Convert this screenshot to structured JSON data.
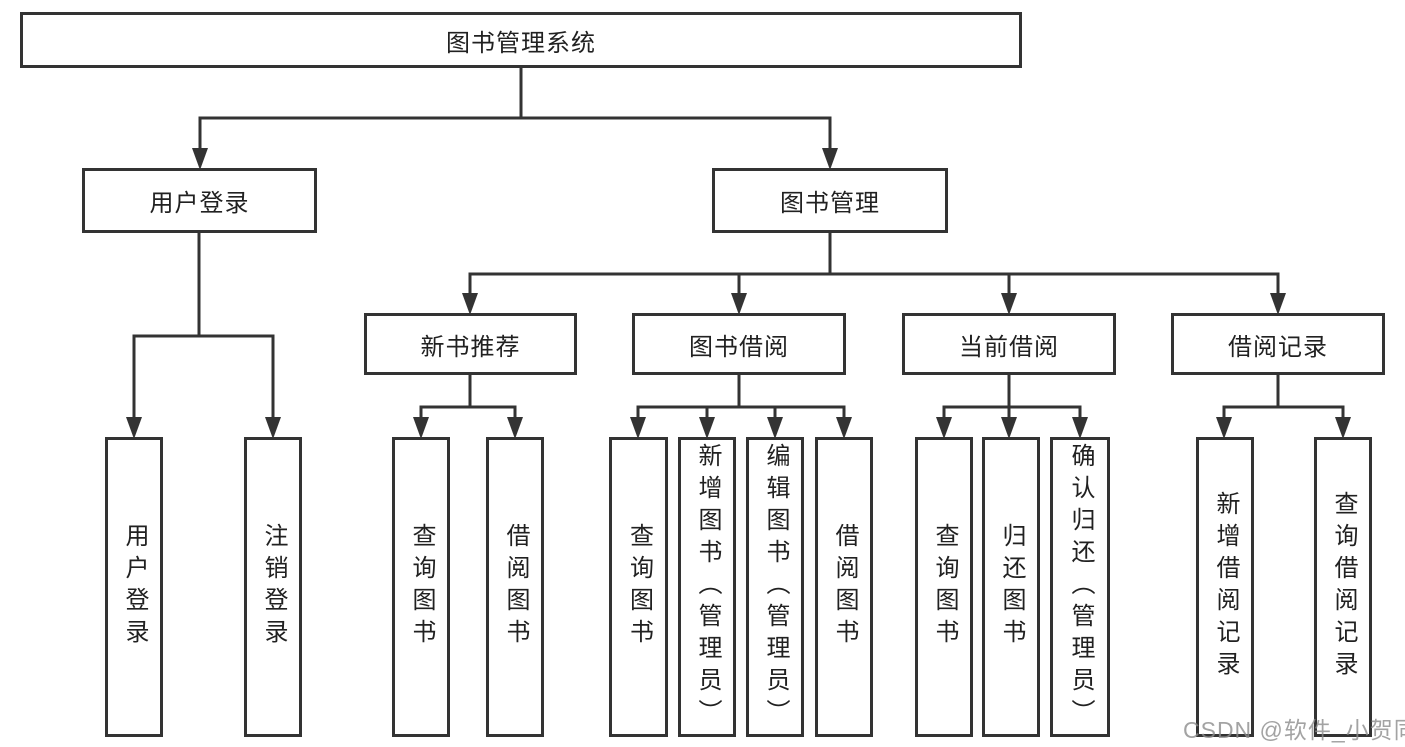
{
  "watermark": "CSDN @软件_小贺同学",
  "colors": {
    "line": "#333333",
    "box_border": "#333333",
    "text": "#212121",
    "watermark": "#8c8c8c",
    "background": "#ffffff"
  },
  "tree": {
    "label": "图书管理系统",
    "children": [
      {
        "label": "用户登录",
        "children": [
          {
            "label": "用户登录"
          },
          {
            "label": "注销登录"
          }
        ]
      },
      {
        "label": "图书管理",
        "children": [
          {
            "label": "新书推荐",
            "children": [
              {
                "label": "查询图书"
              },
              {
                "label": "借阅图书"
              }
            ]
          },
          {
            "label": "图书借阅",
            "children": [
              {
                "label": "查询图书"
              },
              {
                "label": "新增图书（管理员）"
              },
              {
                "label": "编辑图书（管理员）"
              },
              {
                "label": "借阅图书"
              }
            ]
          },
          {
            "label": "当前借阅",
            "children": [
              {
                "label": "查询图书"
              },
              {
                "label": "归还图书"
              },
              {
                "label": "确认归还（管理员）"
              }
            ]
          },
          {
            "label": "借阅记录",
            "children": [
              {
                "label": "新增借阅记录"
              },
              {
                "label": "查询借阅记录"
              }
            ]
          }
        ]
      }
    ]
  }
}
